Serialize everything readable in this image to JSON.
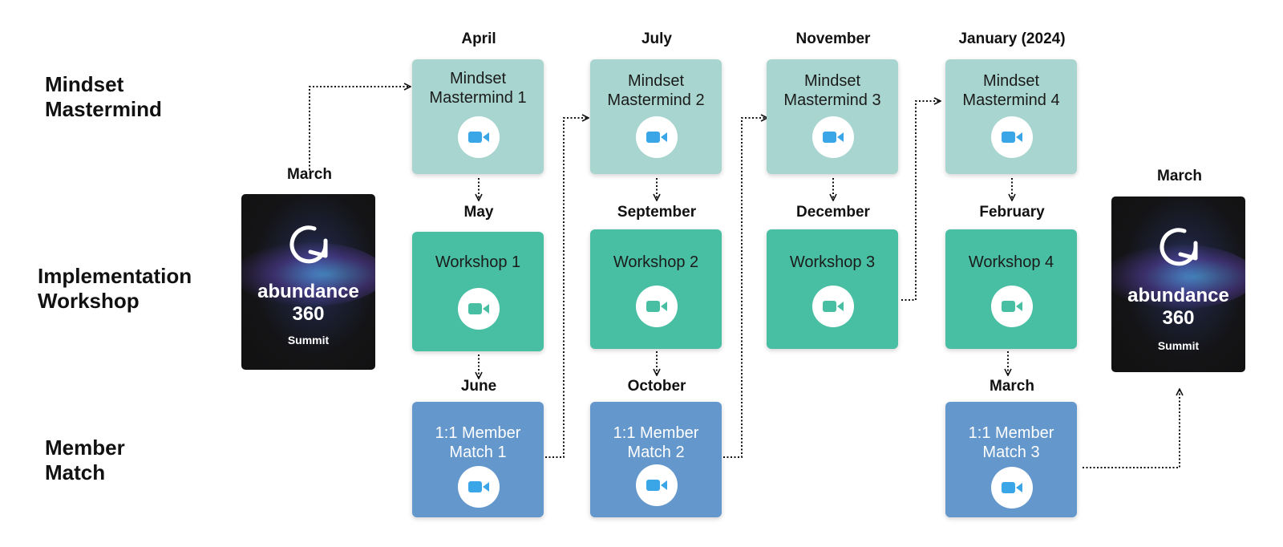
{
  "rows": {
    "mindset": "Mindset\nMastermind",
    "workshop": "Implementation\nWorkshop",
    "match": "Member\nMatch"
  },
  "months": {
    "start": "March",
    "m1": "April",
    "m2": "July",
    "m3": "November",
    "m4": "January (2024)",
    "w1": "May",
    "w2": "September",
    "w3": "December",
    "w4": "February",
    "mm1": "June",
    "mm2": "October",
    "mm3": "March",
    "end": "March"
  },
  "cards": {
    "mastermind": [
      "Mindset\nMastermind 1",
      "Mindset\nMastermind 2",
      "Mindset\nMastermind 3",
      "Mindset\nMastermind 4"
    ],
    "workshop": [
      "Workshop 1",
      "Workshop 2",
      "Workshop 3",
      "Workshop 4"
    ],
    "match": [
      "1:1 Member\nMatch 1",
      "1:1 Member\nMatch 2",
      "1:1 Member\nMatch 3"
    ]
  },
  "summit": {
    "brand": "abundance\n360",
    "event": "Summit"
  },
  "icons": {
    "card_icon": "video-camera-icon",
    "logo_icon": "refresh-arrow-icon"
  },
  "colors": {
    "mastermind": "#a8d5cf",
    "workshop": "#48bfa3",
    "match": "#6497cb",
    "camera": "#3aa6e8"
  }
}
